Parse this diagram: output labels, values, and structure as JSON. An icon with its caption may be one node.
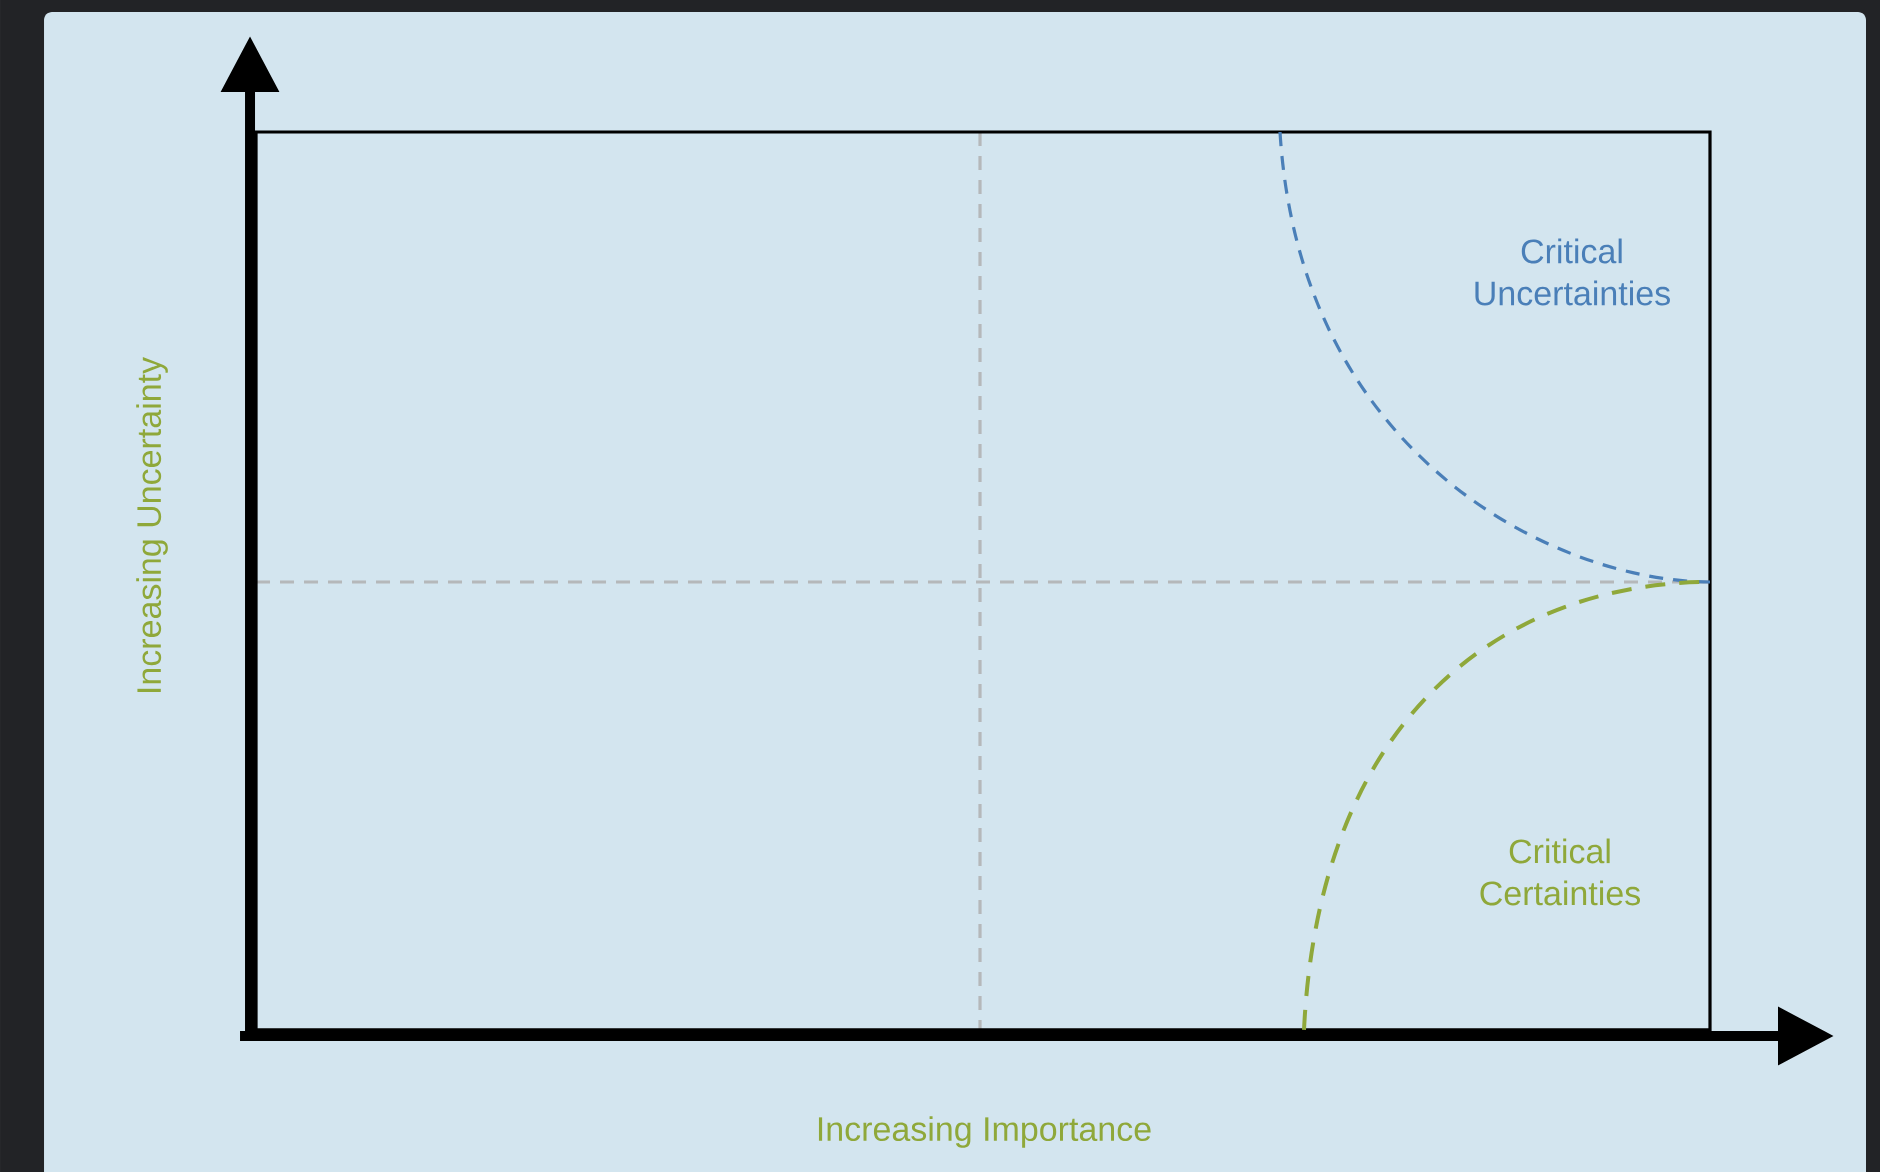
{
  "diagram": {
    "labels": [
      "Critical Uncertainties",
      "Critical Certainties",
      "Increasing Uncertainty",
      "Increasing Importance"
    ]
  }
}
